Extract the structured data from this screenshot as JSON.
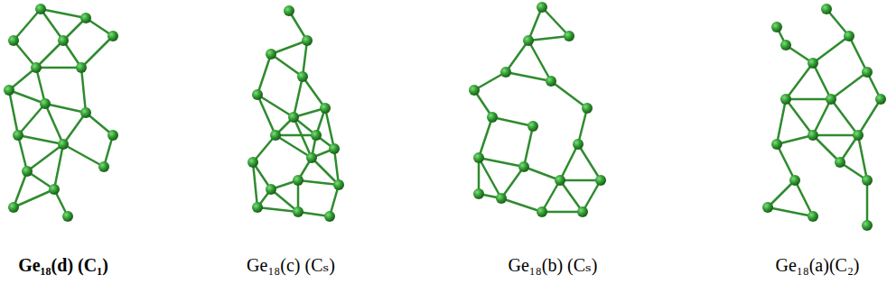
{
  "diagram": {
    "labels": [
      "Ge₁₈(d) (C₁)",
      "Ge₁₈(c) (Cₛ)",
      "Ge₁₈(b) (Cₛ)",
      "Ge₁₈(a)(C₂)"
    ]
  }
}
